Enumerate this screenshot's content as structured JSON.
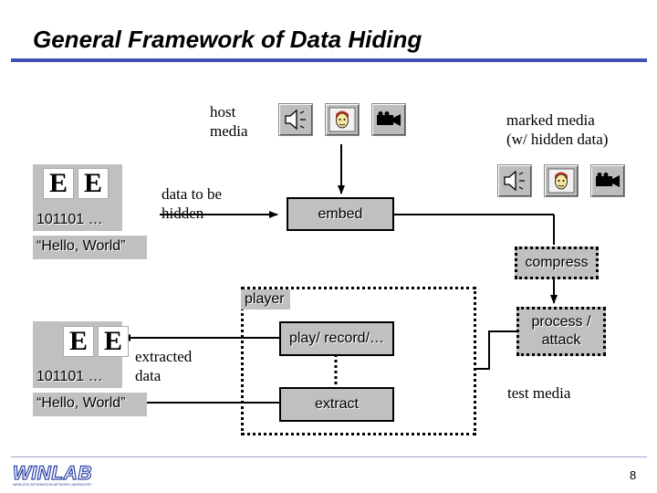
{
  "title": "General Framework of Data Hiding",
  "host_media": {
    "line1": "host",
    "line2": "media"
  },
  "marked_media": {
    "line1": "marked media",
    "line2": "(w/ hidden data)"
  },
  "data_to_be_hidden": {
    "line1": "data to be",
    "line2": "hidden"
  },
  "source_data": {
    "bits": "101101 …",
    "text": "“Hello, World”",
    "glyph": "E"
  },
  "embed_label": "embed",
  "compress_label": "compress",
  "player_label": "player",
  "play_label": "play/ record/…",
  "extract_label": "extract",
  "process_label": {
    "line1": "process /",
    "line2": "attack"
  },
  "test_media": "test media",
  "extracted_data": {
    "line1": "extracted",
    "line2": "data",
    "bits": "101101 …",
    "text": "“Hello, World”",
    "glyph": "E"
  },
  "logo": {
    "text": "WINLAB",
    "subtitle": "WIRELESS INFORMATION NETWORK LABORATORY"
  },
  "page_number": "8",
  "colors": {
    "accent_rule": "#3f52b3",
    "box_gray": "#c0c0c0",
    "logo_blue": "#2b3fa6"
  },
  "icons": [
    "speaker-icon",
    "face-icon",
    "video-camera-icon"
  ]
}
